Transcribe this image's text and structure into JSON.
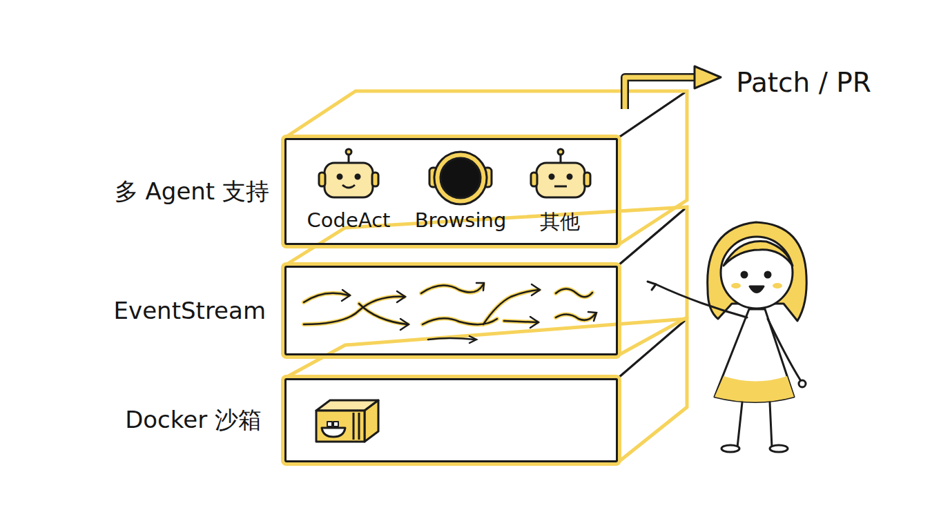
{
  "diagram": {
    "nodes": [
      {
        "text": [
          "多 Agent 支持"
        ]
      },
      {
        "text": [
          "EventStream"
        ]
      },
      {
        "text": [
          "Docker 沙箱"
        ]
      }
    ],
    "labels": [
      "CodeAct",
      "Browsing",
      "其他",
      "Patch / PR"
    ]
  }
}
